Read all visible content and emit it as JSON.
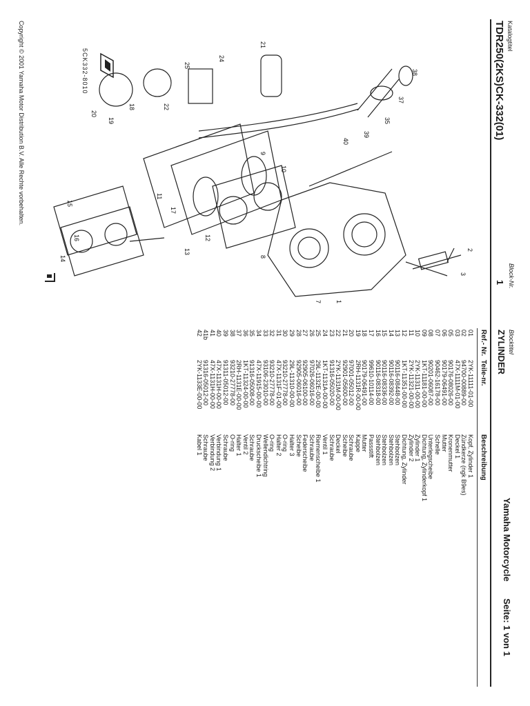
{
  "header": {
    "catalog_label": "Katalogtitel",
    "model": "TDR250(2KS)CK-332(01)",
    "brand": "Yamaha Motorcycle",
    "page_info": "Seite: 1 von 1",
    "block_no_label": "Block-Nr.",
    "block_no": "1",
    "block_title_label": "Blocktitel",
    "block_title": "ZYLINDER"
  },
  "columns": {
    "ref": "Ref.- Nr.",
    "part": "Teile-nr.",
    "desc": "Beschreibung"
  },
  "parts": [
    {
      "ref": "01",
      "part": "2YK-11111-01-00",
      "desc": "Kopf, Zylinder 1"
    },
    {
      "ref": "02",
      "part": "94700-00889-00",
      "desc": "Zündkerze (ngk B9es)"
    },
    {
      "ref": "03",
      "part": "47X-1111M-01-00",
      "desc": "Deckel 1"
    },
    {
      "ref": "05",
      "part": "90176-08026-00",
      "desc": "Kronenmutter"
    },
    {
      "ref": "06",
      "part": "90179-06491-00",
      "desc": "Mutter"
    },
    {
      "ref": "07",
      "part": "90462-16178-00",
      "desc": "Schelle"
    },
    {
      "ref": "08",
      "part": "90201-06087-00",
      "desc": "Unterlegscheibe"
    },
    {
      "ref": "09",
      "part": "1KT-11181-00-00",
      "desc": "Dichtung, Zylinderkopf 1"
    },
    {
      "ref": "10",
      "part": "2YK-11311-00-00",
      "desc": "Zylinder 1"
    },
    {
      "ref": "11",
      "part": "2YK-11321-00-00",
      "desc": "Zylinder 2"
    },
    {
      "ref": "12",
      "part": "1KT-11351-00-00",
      "desc": "Dichtung, Zylinder"
    },
    {
      "ref": "13",
      "part": "90116-08448-00",
      "desc": "Stehbolzen"
    },
    {
      "ref": "14",
      "part": "90116-08392-00",
      "desc": "Stehbolzen"
    },
    {
      "ref": "15",
      "part": "90116-08336-00",
      "desc": "Stehbolzen"
    },
    {
      "ref": "16",
      "part": "90116-08318-00",
      "desc": "Stehbolzen"
    },
    {
      "ref": "17",
      "part": "99610-10114-00",
      "desc": "Passstift"
    },
    {
      "ref": "18",
      "part": "90179-06491-00",
      "desc": "Mutter"
    },
    {
      "ref": "19",
      "part": "2RH-1131R-00-00",
      "desc": "Kappe"
    },
    {
      "ref": "20",
      "part": "97001-05012-00",
      "desc": "Schraube"
    },
    {
      "ref": "21",
      "part": "92901-05600-00",
      "desc": "Scheibe"
    },
    {
      "ref": "22",
      "part": "2YK-1131M-00-00",
      "desc": "Deckel"
    },
    {
      "ref": "23",
      "part": "91316-05020-00",
      "desc": "Schraube"
    },
    {
      "ref": "24",
      "part": "1KT-1131A-00-00",
      "desc": "Ventil 1"
    },
    {
      "ref": "25",
      "part": "29L-1132E-00-00",
      "desc": "Riemenscheibe 1"
    },
    {
      "ref": "26",
      "part": "97026-06016-00",
      "desc": "Schraube"
    },
    {
      "ref": "27",
      "part": "92905-06100-00",
      "desc": "Federscheibe"
    },
    {
      "ref": "28",
      "part": "92905-06016-00",
      "desc": "Scheibe"
    },
    {
      "ref": "29",
      "part": "29L-11310-00-00",
      "desc": "Halter 3"
    },
    {
      "ref": "30",
      "part": "93210-27778-00",
      "desc": "O-ring"
    },
    {
      "ref": "31",
      "part": "47X-1131F-01-00",
      "desc": "Halter 2"
    },
    {
      "ref": "32",
      "part": "93210-27778-00",
      "desc": "O-ring"
    },
    {
      "ref": "33",
      "part": "93106-23010-00",
      "desc": "Wellendichtring"
    },
    {
      "ref": "34",
      "part": "47X-11915-00-00",
      "desc": "Druckscheibe 1"
    },
    {
      "ref": "35",
      "part": "91316-05008-00",
      "desc": "Schraube"
    },
    {
      "ref": "36",
      "part": "1KT-11324-00-00",
      "desc": "Ventil 2"
    },
    {
      "ref": "37",
      "part": "2RH-1131E-00-00",
      "desc": "Halter 1"
    },
    {
      "ref": "38",
      "part": "93210-27778-00",
      "desc": "O-ring"
    },
    {
      "ref": "39",
      "part": "91311-05012-00",
      "desc": "Schraube"
    },
    {
      "ref": "40",
      "part": "47X-1131H-00-00",
      "desc": "Verbindung 1"
    },
    {
      "ref": "41",
      "part": "47X-1131H-00-00",
      "desc": "Verbindung 2"
    },
    {
      "ref": "41b",
      "part": "91316-05012-00",
      "desc": "Schraube"
    },
    {
      "ref": "42",
      "part": "2YK-1133E-00-00",
      "desc": "Kabel 1"
    }
  ],
  "footer": {
    "copyright": "Copyright © 2001 Yamaha Motor Distribution B.V. Alle Rechte vorbehalten.",
    "diagram_code": "5CK332-8010"
  }
}
